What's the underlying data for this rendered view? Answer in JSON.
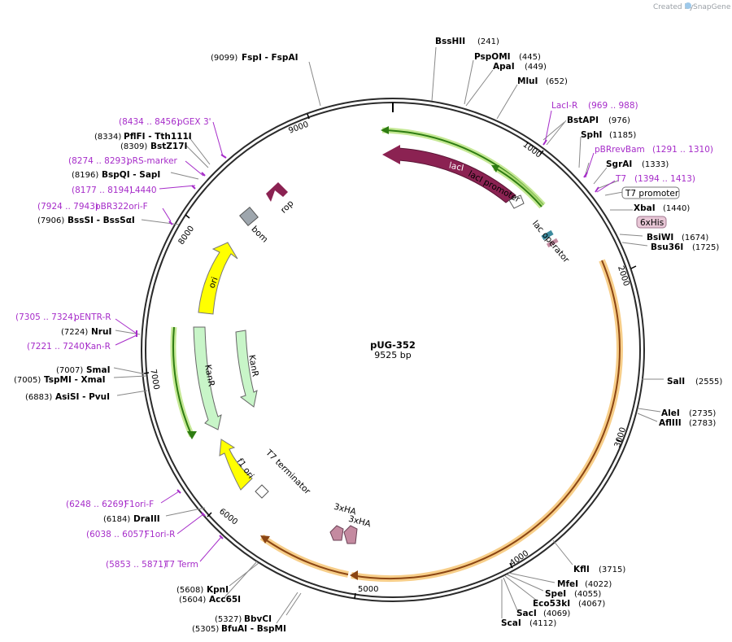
{
  "watermark": "Created by",
  "brand": "SnapGene",
  "plasmid": {
    "name": "pUG-352",
    "length_label": "9525 bp",
    "length": 9525
  },
  "ticks": [
    "1000",
    "2000",
    "3000",
    "4000",
    "5000",
    "6000",
    "7000",
    "8000",
    "9000"
  ],
  "enzymes": [
    {
      "name": "BssHII",
      "coord": "(241)"
    },
    {
      "name": "PspOMI",
      "coord": "(445)"
    },
    {
      "name": "ApaI",
      "coord": "(449)"
    },
    {
      "name": "MluI",
      "coord": "(652)"
    },
    {
      "name": "BstAPI",
      "coord": "(976)"
    },
    {
      "name": "SphI",
      "coord": "(1185)"
    },
    {
      "name": "SgrAI",
      "coord": "(1333)"
    },
    {
      "name": "XbaI",
      "coord": "(1440)"
    },
    {
      "name": "BsiWI",
      "coord": "(1674)"
    },
    {
      "name": "Bsu36I",
      "coord": "(1725)"
    },
    {
      "name": "SalI",
      "coord": "(2555)"
    },
    {
      "name": "AleI",
      "coord": "(2735)"
    },
    {
      "name": "AflIII",
      "coord": "(2783)"
    },
    {
      "name": "KflI",
      "coord": "(3715)"
    },
    {
      "name": "MfeI",
      "coord": "(4022)"
    },
    {
      "name": "SpeI",
      "coord": "(4055)"
    },
    {
      "name": "Eco53kI",
      "coord": "(4067)"
    },
    {
      "name": "SacI",
      "coord": "(4069)"
    },
    {
      "name": "ScaI",
      "coord": "(4112)"
    },
    {
      "name": "BbvCI",
      "coord": "(5327)"
    },
    {
      "name": "BfuAI  - BspMI",
      "coord": "(5305)"
    },
    {
      "name": "KpnI",
      "coord": "(5608)"
    },
    {
      "name": "Acc65I",
      "coord": "(5604)"
    },
    {
      "name": "DraIII",
      "coord": "(6184)"
    },
    {
      "name": "AsiSI  - PvuI",
      "coord": "(6883)"
    },
    {
      "name": "TspMI  - XmaI",
      "coord": "(7005)"
    },
    {
      "name": "SmaI",
      "coord": "(7007)"
    },
    {
      "name": "NruI",
      "coord": "(7224)"
    },
    {
      "name": "BssSI  - BssSαI",
      "coord": "(7906)"
    },
    {
      "name": "BspQI  - SapI",
      "coord": "(8196)"
    },
    {
      "name": "BstZ17I",
      "coord": "(8309)"
    },
    {
      "name": "PflFI  - Tth111I",
      "coord": "(8334)"
    },
    {
      "name": "FspI  - FspAI",
      "coord": "(9099)"
    }
  ],
  "primers": [
    {
      "name": "LacI-R",
      "range": "(969 .. 988)"
    },
    {
      "name": "pBRrevBam",
      "range": "(1291 .. 1310)"
    },
    {
      "name": "T7",
      "range": "(1394 .. 1413)"
    },
    {
      "name": "pGEX 3'",
      "range": "(8434 .. 8456)"
    },
    {
      "name": "pRS-marker",
      "range": "(8274 .. 8293)"
    },
    {
      "name": "L4440",
      "range": "(8177 .. 8194)"
    },
    {
      "name": "pBR322ori-F",
      "range": "(7924 .. 7943)"
    },
    {
      "name": "pENTR-R",
      "range": "(7305 .. 7324)"
    },
    {
      "name": "Kan-R",
      "range": "(7221 .. 7240)"
    },
    {
      "name": "F1ori-F",
      "range": "(6248 .. 6269)"
    },
    {
      "name": "F1ori-R",
      "range": "(6038 .. 6057)"
    },
    {
      "name": "T7 Term",
      "range": "(5853 .. 5871)"
    }
  ],
  "boxed_features": [
    "T7 promoter",
    "6xHis"
  ],
  "features": {
    "lacI": "lacI",
    "lacI_promoter": "lacI promoter",
    "lac_operator": "lac operator",
    "rop": "rop",
    "bom": "bom",
    "ori": "ori",
    "KanR_1": "KanR",
    "KanR_2": "KanR",
    "f1_ori": "f1 ori",
    "T7_terminator": "T7 terminator",
    "HA_1": "3xHA",
    "HA_2": "3xHA"
  },
  "colors": {
    "backbone": "#2b2b2b",
    "primer": "#a62cc9",
    "lacI": "#8b2252",
    "ori": "#ffff00",
    "kanr": "#c8f5c8",
    "orf_line": "#2e7d12",
    "orf_glow": "#b7e27a",
    "orange_arc": "#8b4513",
    "orange_glow": "#f5c26b",
    "ha": "#c48aa0",
    "bom": "#9ea6ad",
    "his_box": "#e8c7d6"
  }
}
